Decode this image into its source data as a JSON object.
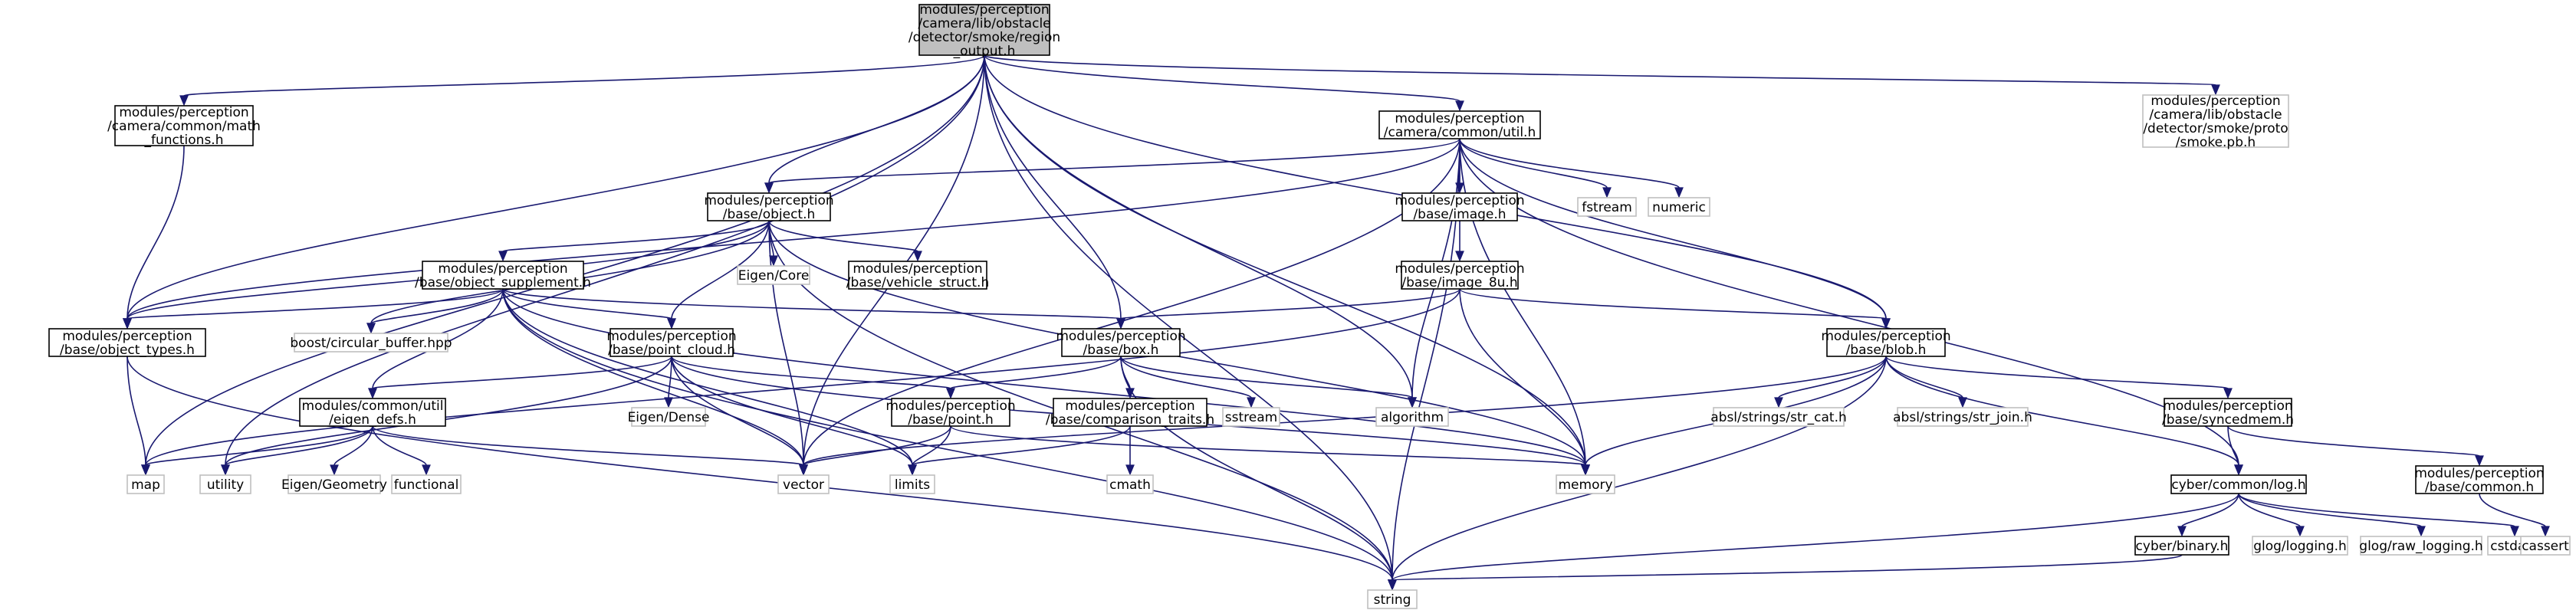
{
  "colors": {
    "edge": "#191970",
    "root_fill": "#bfbfbf",
    "node_border": "#000000",
    "external_border": "#bfbfbf",
    "background": "#ffffff"
  },
  "nodes": {
    "root": {
      "lines": [
        "modules/perception",
        "/camera/lib/obstacle",
        "/detector/smoke/region",
        "_output.h"
      ],
      "kind": "root"
    },
    "math_functions": {
      "lines": [
        "modules/perception",
        "/camera/common/math",
        "_functions.h"
      ],
      "kind": "documented"
    },
    "camera_util": {
      "lines": [
        "modules/perception",
        "/camera/common/util.h"
      ],
      "kind": "documented"
    },
    "smoke_pb": {
      "lines": [
        "modules/perception",
        "/camera/lib/obstacle",
        "/detector/smoke/proto",
        "/smoke.pb.h"
      ],
      "kind": "external"
    },
    "object": {
      "lines": [
        "modules/perception",
        "/base/object.h"
      ],
      "kind": "documented"
    },
    "image": {
      "lines": [
        "modules/perception",
        "/base/image.h"
      ],
      "kind": "documented"
    },
    "fstream": {
      "lines": [
        "fstream"
      ],
      "kind": "external"
    },
    "numeric": {
      "lines": [
        "numeric"
      ],
      "kind": "external"
    },
    "object_supplement": {
      "lines": [
        "modules/perception",
        "/base/object_supplement.h"
      ],
      "kind": "documented"
    },
    "eigen_core": {
      "lines": [
        "Eigen/Core"
      ],
      "kind": "external"
    },
    "vehicle_struct": {
      "lines": [
        "modules/perception",
        "/base/vehicle_struct.h"
      ],
      "kind": "documented"
    },
    "image_8u": {
      "lines": [
        "modules/perception",
        "/base/image_8u.h"
      ],
      "kind": "documented"
    },
    "object_types": {
      "lines": [
        "modules/perception",
        "/base/object_types.h"
      ],
      "kind": "documented"
    },
    "circular_buffer": {
      "lines": [
        "boost/circular_buffer.hpp"
      ],
      "kind": "external"
    },
    "point_cloud": {
      "lines": [
        "modules/perception",
        "/base/point_cloud.h"
      ],
      "kind": "documented"
    },
    "box": {
      "lines": [
        "modules/perception",
        "/base/box.h"
      ],
      "kind": "documented"
    },
    "blob": {
      "lines": [
        "modules/perception",
        "/base/blob.h"
      ],
      "kind": "documented"
    },
    "eigen_dense": {
      "lines": [
        "Eigen/Dense"
      ],
      "kind": "external"
    },
    "sstream": {
      "lines": [
        "sstream"
      ],
      "kind": "external"
    },
    "algorithm": {
      "lines": [
        "algorithm"
      ],
      "kind": "external"
    },
    "str_cat": {
      "lines": [
        "absl/strings/str_cat.h"
      ],
      "kind": "external"
    },
    "str_join": {
      "lines": [
        "absl/strings/str_join.h"
      ],
      "kind": "external"
    },
    "eigen_defs": {
      "lines": [
        "modules/common/util",
        "/eigen_defs.h"
      ],
      "kind": "documented"
    },
    "point": {
      "lines": [
        "modules/perception",
        "/base/point.h"
      ],
      "kind": "documented"
    },
    "comparison_traits": {
      "lines": [
        "modules/perception",
        "/base/comparison_traits.h"
      ],
      "kind": "documented"
    },
    "syncedmem": {
      "lines": [
        "modules/perception",
        "/base/syncedmem.h"
      ],
      "kind": "documented"
    },
    "map": {
      "lines": [
        "map"
      ],
      "kind": "external"
    },
    "utility": {
      "lines": [
        "utility"
      ],
      "kind": "external"
    },
    "eigen_geometry": {
      "lines": [
        "Eigen/Geometry"
      ],
      "kind": "external"
    },
    "functional": {
      "lines": [
        "functional"
      ],
      "kind": "external"
    },
    "vector": {
      "lines": [
        "vector"
      ],
      "kind": "external"
    },
    "limits": {
      "lines": [
        "limits"
      ],
      "kind": "external"
    },
    "cmath": {
      "lines": [
        "cmath"
      ],
      "kind": "external"
    },
    "memory": {
      "lines": [
        "memory"
      ],
      "kind": "external"
    },
    "log": {
      "lines": [
        "cyber/common/log.h"
      ],
      "kind": "documented"
    },
    "base_common": {
      "lines": [
        "modules/perception",
        "/base/common.h"
      ],
      "kind": "documented"
    },
    "binary": {
      "lines": [
        "cyber/binary.h"
      ],
      "kind": "documented"
    },
    "glog_logging": {
      "lines": [
        "glog/logging.h"
      ],
      "kind": "external"
    },
    "glog_raw_logging": {
      "lines": [
        "glog/raw_logging.h"
      ],
      "kind": "external"
    },
    "cstdarg": {
      "lines": [
        "cstdarg"
      ],
      "kind": "external"
    },
    "cassert": {
      "lines": [
        "cassert"
      ],
      "kind": "external"
    },
    "string": {
      "lines": [
        "string"
      ],
      "kind": "external"
    }
  },
  "edges": [
    [
      "root",
      "math_functions"
    ],
    [
      "root",
      "camera_util"
    ],
    [
      "root",
      "smoke_pb"
    ],
    [
      "root",
      "object"
    ],
    [
      "root",
      "object_types"
    ],
    [
      "root",
      "box"
    ],
    [
      "root",
      "blob"
    ],
    [
      "root",
      "map"
    ],
    [
      "root",
      "utility"
    ],
    [
      "root",
      "vector"
    ],
    [
      "root",
      "algorithm"
    ],
    [
      "root",
      "memory"
    ],
    [
      "root",
      "string"
    ],
    [
      "math_functions",
      "object_types"
    ],
    [
      "camera_util",
      "object"
    ],
    [
      "camera_util",
      "image"
    ],
    [
      "camera_util",
      "fstream"
    ],
    [
      "camera_util",
      "numeric"
    ],
    [
      "camera_util",
      "object_types"
    ],
    [
      "camera_util",
      "blob"
    ],
    [
      "camera_util",
      "vector"
    ],
    [
      "camera_util",
      "algorithm"
    ],
    [
      "camera_util",
      "memory"
    ],
    [
      "camera_util",
      "string"
    ],
    [
      "camera_util",
      "log"
    ],
    [
      "object",
      "object_supplement"
    ],
    [
      "object",
      "eigen_core"
    ],
    [
      "object",
      "vehicle_struct"
    ],
    [
      "object",
      "object_types"
    ],
    [
      "object",
      "circular_buffer"
    ],
    [
      "object",
      "point_cloud"
    ],
    [
      "object",
      "vector"
    ],
    [
      "object",
      "memory"
    ],
    [
      "object",
      "string"
    ],
    [
      "image",
      "image_8u"
    ],
    [
      "image_8u",
      "box"
    ],
    [
      "image_8u",
      "blob"
    ],
    [
      "image_8u",
      "map"
    ],
    [
      "image_8u",
      "memory"
    ],
    [
      "object_supplement",
      "object_types"
    ],
    [
      "object_supplement",
      "circular_buffer"
    ],
    [
      "object_supplement",
      "point_cloud"
    ],
    [
      "object_supplement",
      "box"
    ],
    [
      "object_supplement",
      "eigen_defs"
    ],
    [
      "object_supplement",
      "vector"
    ],
    [
      "object_supplement",
      "limits"
    ],
    [
      "object_supplement",
      "memory"
    ],
    [
      "object_supplement",
      "string"
    ],
    [
      "object_types",
      "map"
    ],
    [
      "object_types",
      "string"
    ],
    [
      "point_cloud",
      "eigen_dense"
    ],
    [
      "point_cloud",
      "eigen_defs"
    ],
    [
      "point_cloud",
      "point"
    ],
    [
      "point_cloud",
      "vector"
    ],
    [
      "point_cloud",
      "limits"
    ],
    [
      "point_cloud",
      "memory"
    ],
    [
      "point_cloud",
      "utility"
    ],
    [
      "box",
      "point"
    ],
    [
      "box",
      "comparison_traits"
    ],
    [
      "box",
      "sstream"
    ],
    [
      "box",
      "algorithm"
    ],
    [
      "box",
      "string"
    ],
    [
      "blob",
      "str_cat"
    ],
    [
      "blob",
      "str_join"
    ],
    [
      "blob",
      "syncedmem"
    ],
    [
      "blob",
      "vector"
    ],
    [
      "blob",
      "memory"
    ],
    [
      "blob",
      "string"
    ],
    [
      "blob",
      "log"
    ],
    [
      "eigen_defs",
      "map"
    ],
    [
      "eigen_defs",
      "utility"
    ],
    [
      "eigen_defs",
      "eigen_geometry"
    ],
    [
      "eigen_defs",
      "functional"
    ],
    [
      "eigen_defs",
      "vector"
    ],
    [
      "point",
      "vector"
    ],
    [
      "point",
      "limits"
    ],
    [
      "point",
      "memory"
    ],
    [
      "comparison_traits",
      "limits"
    ],
    [
      "comparison_traits",
      "cmath"
    ],
    [
      "syncedmem",
      "base_common"
    ],
    [
      "syncedmem",
      "log"
    ],
    [
      "base_common",
      "cassert"
    ],
    [
      "log",
      "binary"
    ],
    [
      "log",
      "glog_logging"
    ],
    [
      "log",
      "glog_raw_logging"
    ],
    [
      "log",
      "cstdarg"
    ],
    [
      "log",
      "string"
    ],
    [
      "binary",
      "string"
    ]
  ]
}
